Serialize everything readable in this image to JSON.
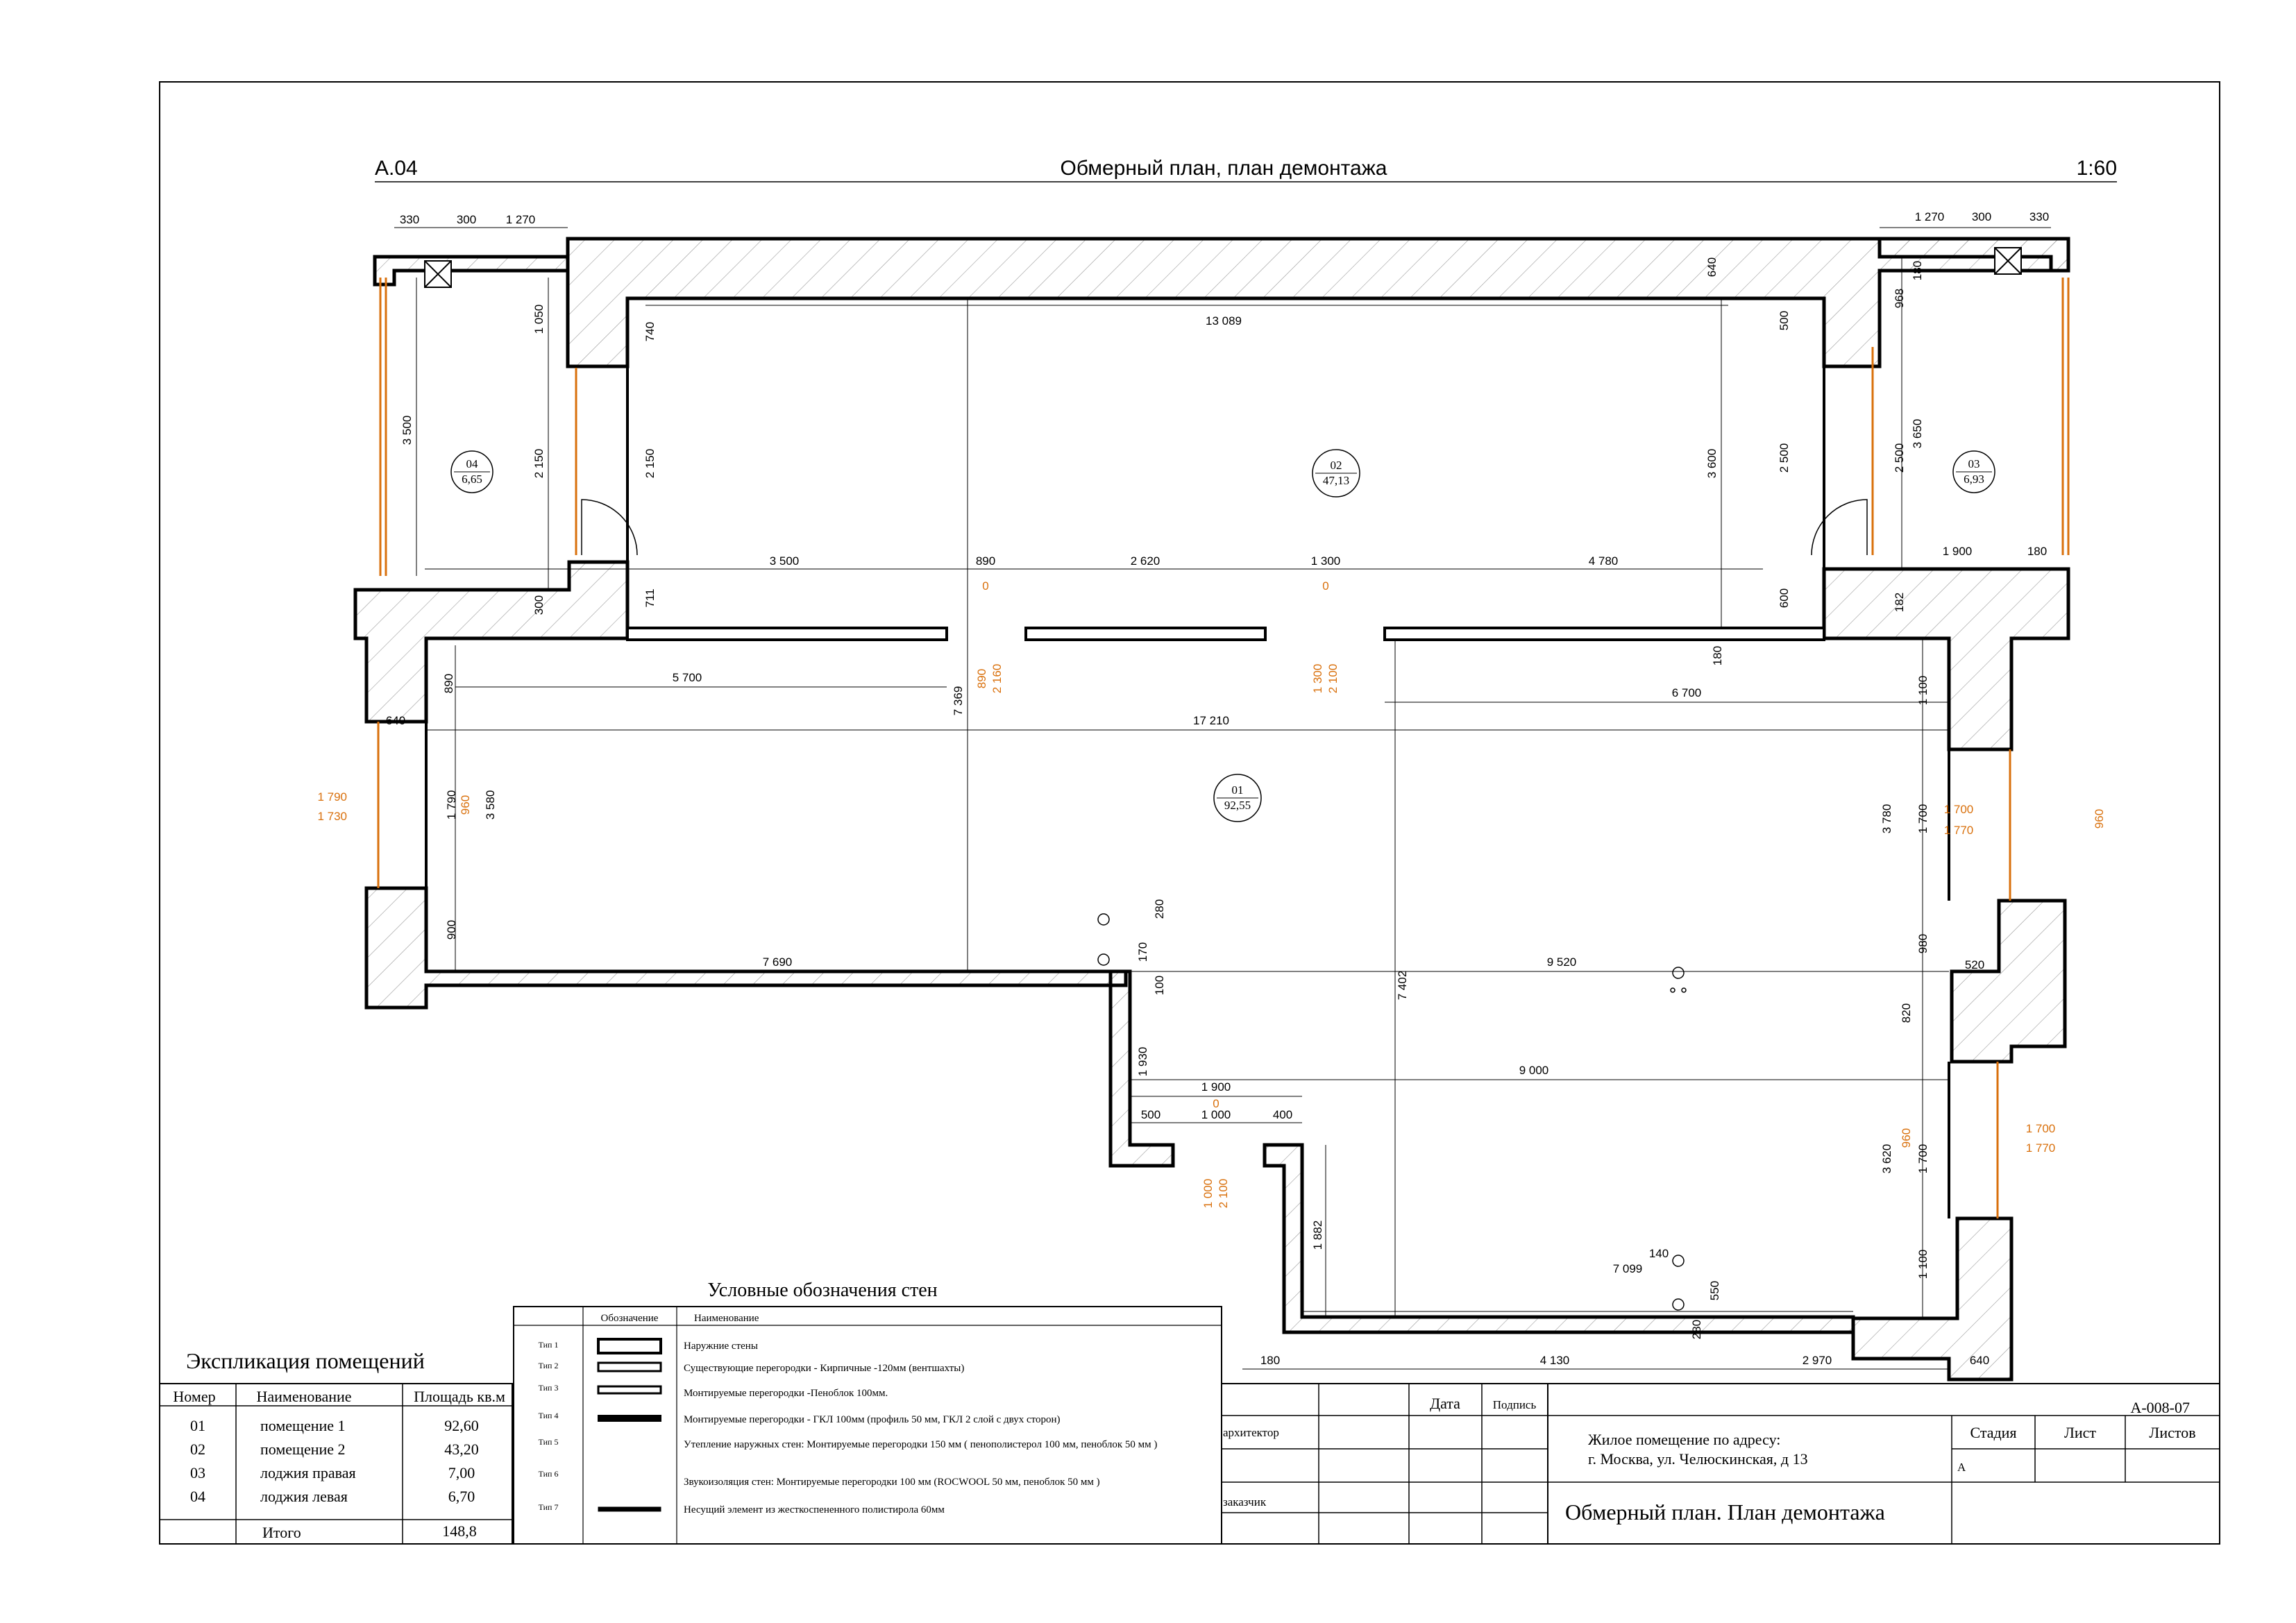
{
  "sheet": {
    "code": "A.04",
    "title": "Обмерный план, план демонтажа",
    "scale": "1:60"
  },
  "rooms": [
    {
      "number": "04",
      "area": "6,65"
    },
    {
      "number": "02",
      "area": "47,13"
    },
    {
      "number": "03",
      "area": "6,93"
    },
    {
      "number": "01",
      "area": "92,55"
    }
  ],
  "dimensions": {
    "top_left": [
      "330",
      "300",
      "1 270"
    ],
    "top_right": [
      "1 270",
      "300",
      "330"
    ],
    "left_loggia": [
      "1 050",
      "3 500",
      "2 150",
      "2 150",
      "740",
      "300",
      "711"
    ],
    "room02": [
      "13 089",
      "3 600",
      "640",
      "500",
      "2 500",
      "600"
    ],
    "right_loggia": [
      "180",
      "968",
      "2 500",
      "3 650",
      "1 900",
      "180",
      "182"
    ],
    "middle_row": [
      "3 500",
      "890",
      "2 620",
      "1 300",
      "4 780"
    ],
    "room01": [
      "5 700",
      "7 369",
      "17 210",
      "6 700",
      "180",
      "890",
      "640",
      "3 580",
      "1 790",
      "900",
      "7 690",
      "9 520",
      "7 402",
      "1 100",
      "3 780",
      "1 700",
      "980",
      "520",
      "820",
      "280",
      "170",
      "100",
      "1 930",
      "1 900",
      "9 000",
      "500",
      "1 000",
      "400",
      "1 882",
      "3 620",
      "1 700",
      "1 100",
      "140",
      "7 099",
      "550",
      "280",
      "180",
      "4 130",
      "2 970",
      "640"
    ]
  },
  "openings": [
    "0",
    "2 160",
    "890",
    "0",
    "1 300",
    "2 100",
    "1 790",
    "1 730",
    "960",
    "1 700",
    "1 770",
    "960",
    "0",
    "1 000",
    "2 100",
    "1 700",
    "1 770",
    "960"
  ],
  "legend": {
    "title": "Условные обозначения стен",
    "header_symbol": "Обозначение",
    "header_name": "Наименование",
    "rows": [
      {
        "type": "Тип 1",
        "text": "Наружние стены"
      },
      {
        "type": "Тип 2",
        "text": "Существующие перегородки - Кирпичные -120мм (вентшахты)"
      },
      {
        "type": "Тип 3",
        "text": "Монтируемые перегородки -Пеноблок 100мм."
      },
      {
        "type": "Тип 4",
        "text": "Монтируемые перегородки - ГКЛ 100мм (профиль 50 мм, ГКЛ 2 слой с двух сторон)"
      },
      {
        "type": "Тип 5",
        "text": "Утепление наружных стен: Монтируемые перегородки 150 мм ( пенополистерол 100 мм, пеноблок 50 мм )"
      },
      {
        "type": "Тип 6",
        "text": "Звукоизоляция стен: Монтируемые перегородки 100 мм (ROCWOOL 50 мм, пеноблок 50 мм )"
      },
      {
        "type": "Тип 7",
        "text": "Несущий элемент из жесткоспененного полистирола 60мм"
      }
    ]
  },
  "explication": {
    "title": "Экспликация помещений",
    "headers": [
      "Номер",
      "Наименование",
      "Площадь кв.м"
    ],
    "rows": [
      {
        "num": "01",
        "name": "помещение 1",
        "area": "92,60"
      },
      {
        "num": "02",
        "name": "помещение 2",
        "area": "43,20"
      },
      {
        "num": "03",
        "name": "лоджия правая",
        "area": "7,00"
      },
      {
        "num": "04",
        "name": "лоджия левая",
        "area": "6,70"
      }
    ],
    "total_label": "Итого",
    "total_value": "148,8"
  },
  "title_block": {
    "date_label": "Дата",
    "sign_label": "Подпись",
    "doc_code": "А-008-07",
    "architect_label": "архитектор",
    "customer_label": "заказчик",
    "address_line1": "Жилое помещение по адресу:",
    "address_line2": "г. Москва, ул. Челюскинская, д 13",
    "stage_label": "Стадия",
    "sheet_label": "Лист",
    "sheets_label": "Листов",
    "stage_value": "А",
    "drawing_title": "Обмерный план. План демонтажа"
  }
}
